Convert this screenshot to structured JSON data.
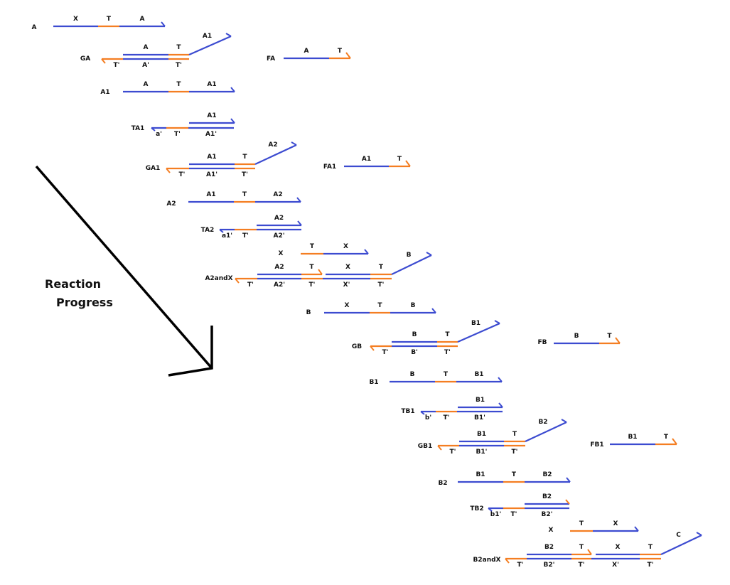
{
  "colors": {
    "domain": "#3c4bd0",
    "toehold": "#f47e22",
    "arrow": "#000000",
    "text": "#111111"
  },
  "progress_label": [
    "Reaction",
    "Progress"
  ],
  "molecules": [
    {
      "id": "A",
      "name": "A",
      "top": [
        "X",
        "T",
        "A"
      ]
    },
    {
      "id": "GA",
      "name": "GA",
      "top": [
        "A",
        "T",
        "A1"
      ],
      "bottom": [
        "T'",
        "A'",
        "T'"
      ]
    },
    {
      "id": "FA",
      "name": "FA",
      "top": [
        "A",
        "T"
      ]
    },
    {
      "id": "A1",
      "name": "A1",
      "top": [
        "A",
        "T",
        "A1"
      ]
    },
    {
      "id": "TA1",
      "name": "TA1",
      "top": [
        "A1"
      ],
      "bottom": [
        "a'",
        "T'",
        "A1'"
      ]
    },
    {
      "id": "GA1",
      "name": "GA1",
      "top": [
        "A1",
        "T",
        "A2"
      ],
      "bottom": [
        "T'",
        "A1'",
        "T'"
      ]
    },
    {
      "id": "FA1",
      "name": "FA1",
      "top": [
        "A1",
        "T"
      ]
    },
    {
      "id": "A2",
      "name": "A2",
      "top": [
        "A1",
        "T",
        "A2"
      ]
    },
    {
      "id": "TA2",
      "name": "TA2",
      "top": [
        "A2"
      ],
      "bottom": [
        "a1'",
        "T'",
        "A2'"
      ]
    },
    {
      "id": "X1",
      "name": "X",
      "top": [
        "T",
        "X"
      ]
    },
    {
      "id": "A2andX",
      "name": "A2andX",
      "top": [
        "A2",
        "T",
        "X",
        "T",
        "B"
      ],
      "bottom": [
        "T'",
        "A2'",
        "T'",
        "X'",
        "T'"
      ]
    },
    {
      "id": "B",
      "name": "B",
      "top": [
        "X",
        "T",
        "B"
      ]
    },
    {
      "id": "GB",
      "name": "GB",
      "top": [
        "B",
        "T",
        "B1"
      ],
      "bottom": [
        "T'",
        "B'",
        "T'"
      ]
    },
    {
      "id": "FB",
      "name": "FB",
      "top": [
        "B",
        "T"
      ]
    },
    {
      "id": "B1",
      "name": "B1",
      "top": [
        "B",
        "T",
        "B1"
      ]
    },
    {
      "id": "TB1",
      "name": "TB1",
      "top": [
        "B1"
      ],
      "bottom": [
        "b'",
        "T'",
        "B1'"
      ]
    },
    {
      "id": "GB1",
      "name": "GB1",
      "top": [
        "B1",
        "T",
        "B2"
      ],
      "bottom": [
        "T'",
        "B1'",
        "T'"
      ]
    },
    {
      "id": "FB1",
      "name": "FB1",
      "top": [
        "B1",
        "T"
      ]
    },
    {
      "id": "B2",
      "name": "B2",
      "top": [
        "B1",
        "T",
        "B2"
      ]
    },
    {
      "id": "TB2",
      "name": "TB2",
      "top": [
        "B2"
      ],
      "bottom": [
        "b1'",
        "T'",
        "B2'"
      ]
    },
    {
      "id": "X2",
      "name": "X",
      "top": [
        "T",
        "X"
      ]
    },
    {
      "id": "B2andX",
      "name": "B2andX",
      "top": [
        "B2",
        "T",
        "X",
        "T",
        "C"
      ],
      "bottom": [
        "T'",
        "B2'",
        "T'",
        "X'",
        "T'"
      ]
    }
  ]
}
